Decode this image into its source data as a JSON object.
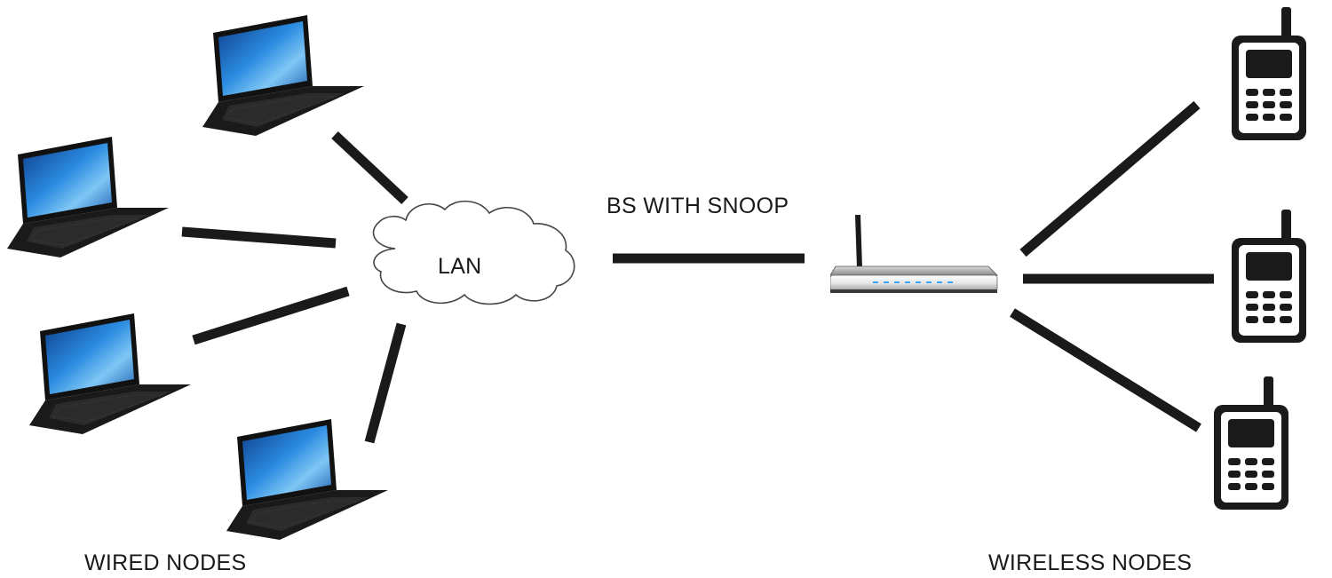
{
  "labels": {
    "lan": "LAN",
    "bs": "BS WITH SNOOP",
    "wired": "WIRED NODES",
    "wireless": "WIRELESS NODES"
  },
  "nodes": {
    "wired": [
      "laptop",
      "laptop",
      "laptop",
      "laptop"
    ],
    "lan": "cloud",
    "base_station": "wireless-router",
    "wireless": [
      "mobile-phone",
      "mobile-phone",
      "mobile-phone"
    ]
  },
  "links": [
    {
      "from": "laptop-1",
      "to": "LAN"
    },
    {
      "from": "laptop-2",
      "to": "LAN"
    },
    {
      "from": "laptop-3",
      "to": "LAN"
    },
    {
      "from": "laptop-4",
      "to": "LAN"
    },
    {
      "from": "LAN",
      "to": "BS WITH SNOOP"
    },
    {
      "from": "BS WITH SNOOP",
      "to": "phone-1"
    },
    {
      "from": "BS WITH SNOOP",
      "to": "phone-2"
    },
    {
      "from": "BS WITH SNOOP",
      "to": "phone-3"
    }
  ],
  "colors": {
    "link": "#1a1a1a",
    "laptop_body": "#1c1c1c",
    "screen": "#1f6fc2",
    "led": "#3aa7ff"
  }
}
